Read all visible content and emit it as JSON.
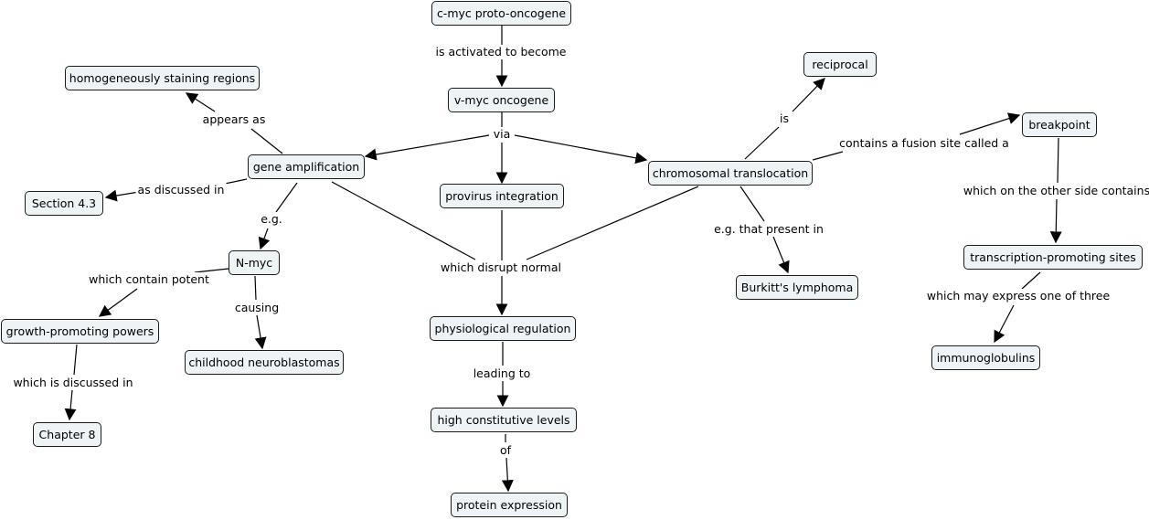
{
  "concepts": {
    "cmyc": "c-myc proto-oncogene",
    "vmyc": "v-myc oncogene",
    "hsr": "homogeneously staining regions",
    "reciprocal": "reciprocal",
    "breakpoint": "breakpoint",
    "gene_amp": "gene amplification",
    "provirus": "provirus integration",
    "chrom_trans": "chromosomal translocation",
    "section": "Section 4.3",
    "nmyc": "N-myc",
    "growth": "growth-promoting powers",
    "neuro": "childhood neuroblastomas",
    "physio": "physiological regulation",
    "burkitt": "Burkitt's lymphoma",
    "tps": "transcription-promoting sites",
    "immuno": "immunoglobulins",
    "chapter": "Chapter 8",
    "high": "high constitutive levels",
    "protein": "protein expression"
  },
  "links": {
    "activated": "is activated to become",
    "appears": "appears as",
    "via": "via",
    "is": "is",
    "fusion": "contains a fusion site called a",
    "discussed_in": "as discussed in",
    "other_side": "which on the other side contains",
    "eg1": "e.g.",
    "eg_present": "e.g. that present in",
    "potent": "which contain potent",
    "disrupt": "which disrupt normal",
    "causing": "causing",
    "may_express": "which may express one of three",
    "discussed": "which is discussed in",
    "leading": "leading to",
    "of": "of"
  },
  "colors": {
    "node_fill": "#eef3f6",
    "node_border": "#1c1c1c",
    "line": "#000000"
  }
}
